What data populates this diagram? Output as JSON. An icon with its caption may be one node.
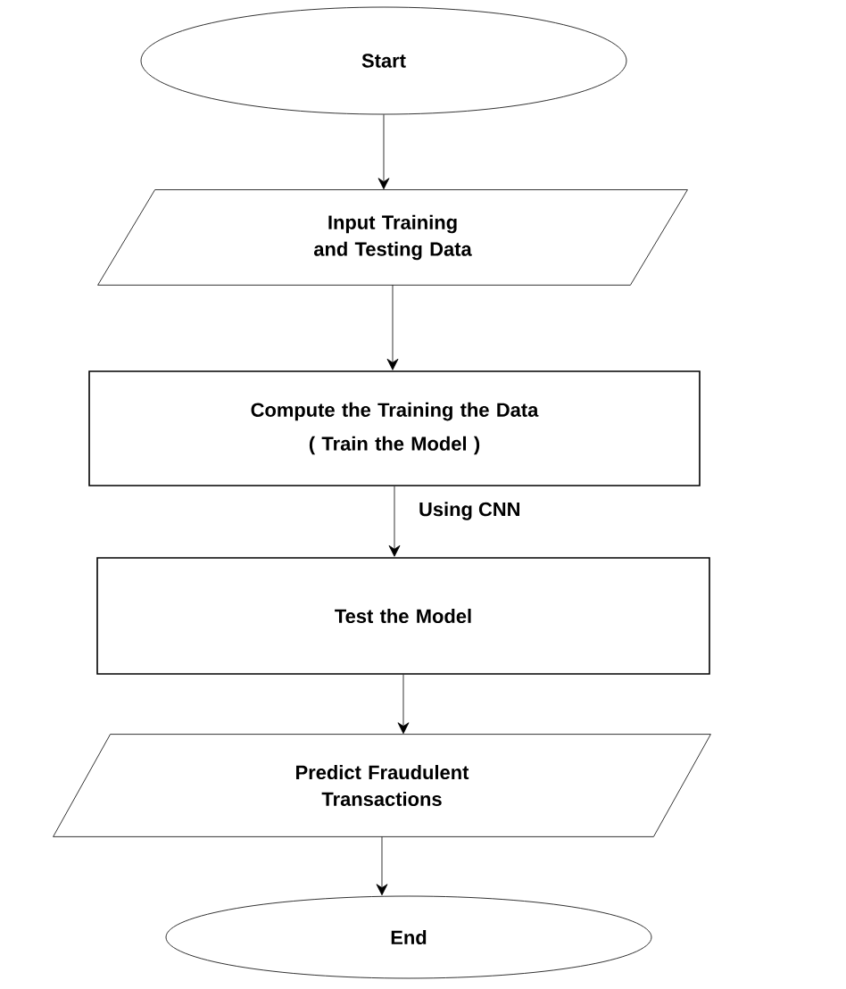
{
  "diagram": {
    "nodes": [
      {
        "text": [
          "Start"
        ]
      },
      {
        "text": [
          "Input Training and Testing Data"
        ]
      },
      {
        "text": [
          "Compute the Training the Data",
          "( Train the Model )"
        ]
      },
      {
        "text": [
          "Test the Model"
        ]
      },
      {
        "text": [
          "Predict Fraudulent Transactions"
        ]
      },
      {
        "text": [
          "End"
        ]
      }
    ],
    "edges": [
      {
        "from": 0,
        "to": 1,
        "arrow": "to"
      },
      {
        "from": 1,
        "to": 2,
        "arrow": "to"
      },
      {
        "from": 2,
        "to": 3,
        "arrow": "to",
        "label": "Using CNN"
      },
      {
        "from": 3,
        "to": 4,
        "arrow": "to"
      },
      {
        "from": 4,
        "to": 5,
        "arrow": "to"
      }
    ]
  }
}
